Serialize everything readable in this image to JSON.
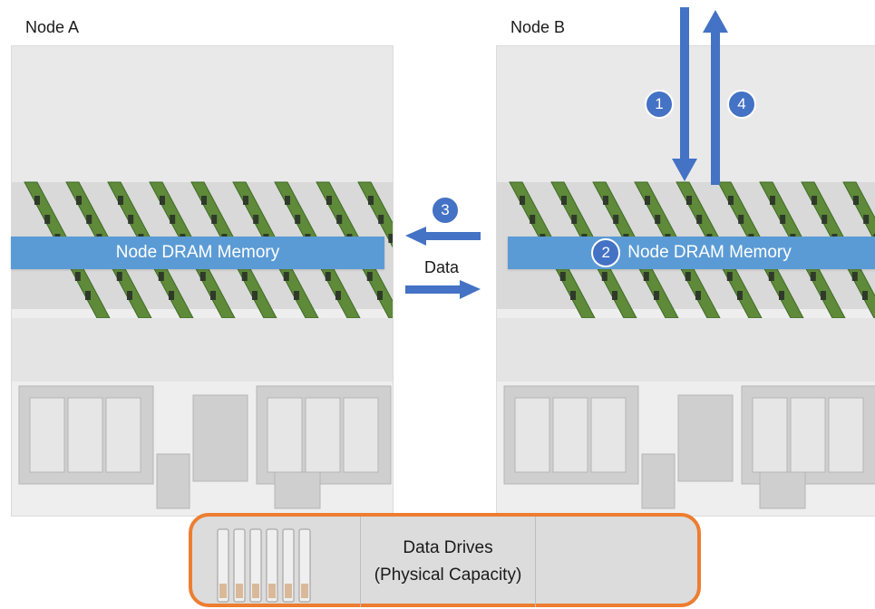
{
  "node_a": {
    "title": "Node A",
    "memory_label": "Node DRAM Memory"
  },
  "node_b": {
    "title": "Node B",
    "memory_label": "Node DRAM Memory"
  },
  "transfer": {
    "label": "Data"
  },
  "steps": {
    "one": "1",
    "two": "2",
    "three": "3",
    "four": "4"
  },
  "drives": {
    "line1": "Data Drives",
    "line2": "(Physical Capacity)"
  },
  "colors": {
    "arrow": "#4472c4",
    "memory": "#5b9bd5",
    "drives_border": "#ed7d31",
    "dimm": "#5f8a3a"
  }
}
